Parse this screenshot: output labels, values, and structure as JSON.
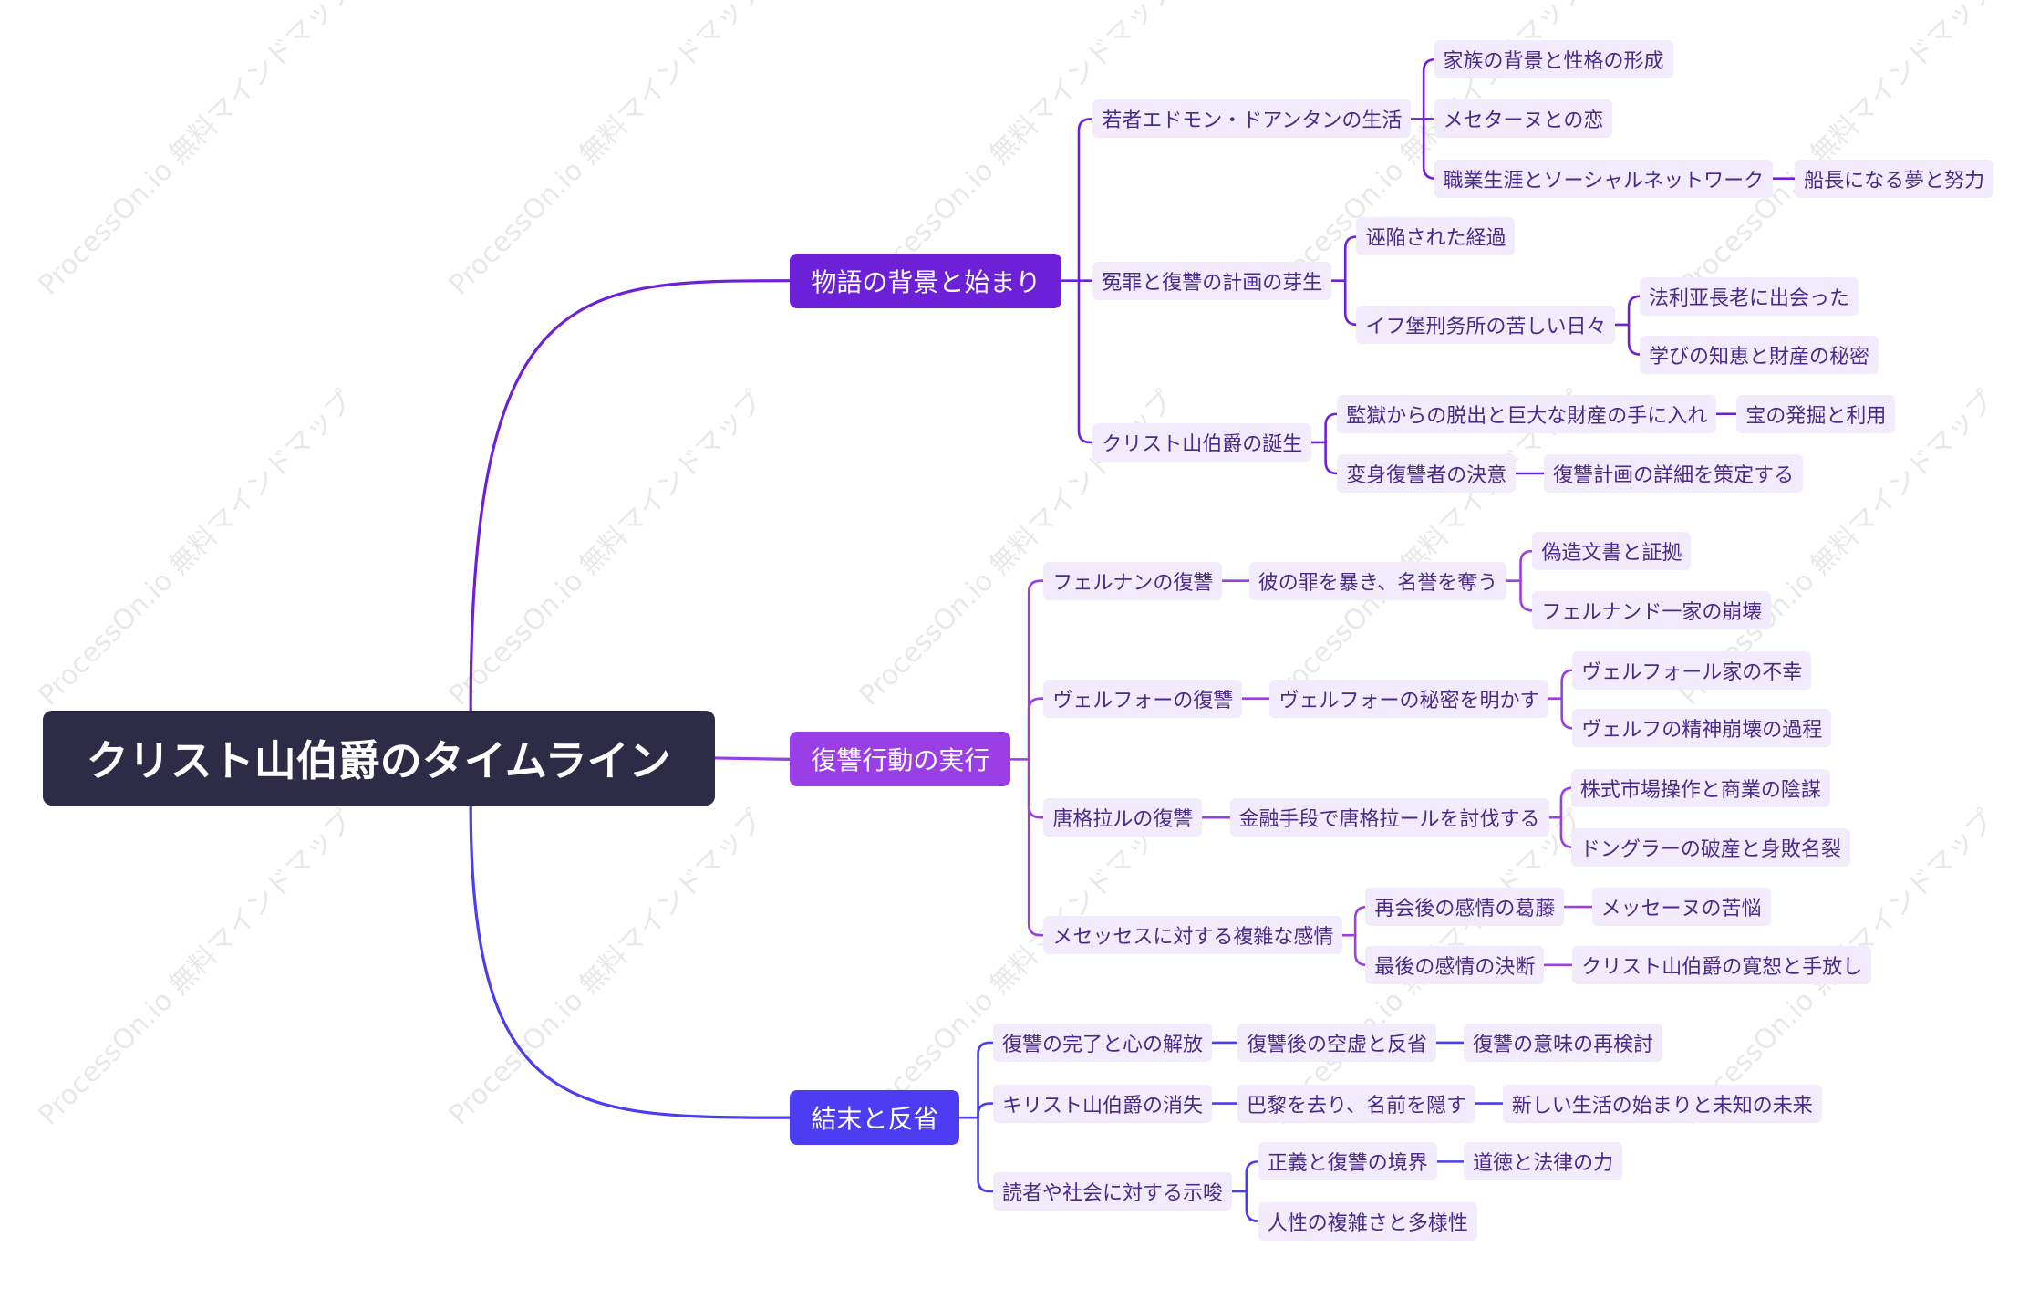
{
  "watermark": {
    "text": "ProcessOn.io 無料マインドマップ"
  },
  "colors": {
    "root_bg": "#2d2b45",
    "root_text": "#ffffff",
    "leaf_bg": "#f1ebfb",
    "leaf_text": "#4a2a8a",
    "branch_background": "#6c21d9",
    "branch_revenge": "#9a3fe6",
    "branch_ending": "#4c3cf2"
  },
  "mindmap": {
    "root": {
      "label": "クリスト山伯爵のタイムライン"
    },
    "branches": [
      {
        "label": "物語の背景と始まり",
        "color": "#6c21d9",
        "children": [
          {
            "label": "若者エドモン・ドアンタンの生活",
            "children": [
              {
                "label": "家族の背景と性格の形成"
              },
              {
                "label": "メセターヌとの恋"
              },
              {
                "label": "職業生涯とソーシャルネットワーク",
                "children": [
                  {
                    "label": "船長になる夢と努力"
                  }
                ]
              }
            ]
          },
          {
            "label": "冤罪と復讐の計画の芽生",
            "children": [
              {
                "label": "诬陥された経過"
              },
              {
                "label": "イフ堡刑务所の苦しい日々",
                "children": [
                  {
                    "label": "法利亚長老に出会った"
                  },
                  {
                    "label": "学びの知恵と財産の秘密"
                  }
                ]
              }
            ]
          },
          {
            "label": "クリスト山伯爵の誕生",
            "children": [
              {
                "label": "監獄からの脱出と巨大な財産の手に入れ",
                "children": [
                  {
                    "label": "宝の発掘と利用"
                  }
                ]
              },
              {
                "label": "変身復讐者の決意",
                "children": [
                  {
                    "label": "復讐計画の詳細を策定する"
                  }
                ]
              }
            ]
          }
        ]
      },
      {
        "label": "復讐行動の実行",
        "color": "#9a3fe6",
        "children": [
          {
            "label": "フェルナンの復讐",
            "children": [
              {
                "label": "彼の罪を暴き、名誉を奪う",
                "children": [
                  {
                    "label": "偽造文書と証拠"
                  },
                  {
                    "label": "フェルナンド一家の崩壊"
                  }
                ]
              }
            ]
          },
          {
            "label": "ヴェルフォーの復讐",
            "children": [
              {
                "label": "ヴェルフォーの秘密を明かす",
                "children": [
                  {
                    "label": "ヴェルフォール家の不幸"
                  },
                  {
                    "label": "ヴェルフの精神崩壊の過程"
                  }
                ]
              }
            ]
          },
          {
            "label": "唐格拉ルの復讐",
            "children": [
              {
                "label": "金融手段で唐格拉ールを討伐する",
                "children": [
                  {
                    "label": "株式市場操作と商業の陰謀"
                  },
                  {
                    "label": "ドングラーの破産と身敗名裂"
                  }
                ]
              }
            ]
          },
          {
            "label": "メセッセスに対する複雑な感情",
            "children": [
              {
                "label": "再会後の感情の葛藤",
                "children": [
                  {
                    "label": "メッセーヌの苦悩"
                  }
                ]
              },
              {
                "label": "最後の感情の決断",
                "children": [
                  {
                    "label": "クリスト山伯爵の寛恕と手放し"
                  }
                ]
              }
            ]
          }
        ]
      },
      {
        "label": "結末と反省",
        "color": "#4c3cf2",
        "children": [
          {
            "label": "復讐の完了と心の解放",
            "children": [
              {
                "label": "復讐後の空虚と反省",
                "children": [
                  {
                    "label": "復讐の意味の再検討"
                  }
                ]
              }
            ]
          },
          {
            "label": "キリスト山伯爵の消失",
            "children": [
              {
                "label": "巴黎を去り、名前を隠す",
                "children": [
                  {
                    "label": "新しい生活の始まりと未知の未来"
                  }
                ]
              }
            ]
          },
          {
            "label": "読者や社会に対する示唆",
            "children": [
              {
                "label": "正義と復讐の境界",
                "children": [
                  {
                    "label": "道徳と法律の力"
                  }
                ]
              },
              {
                "label": "人性の複雑さと多様性"
              }
            ]
          }
        ]
      }
    ]
  }
}
